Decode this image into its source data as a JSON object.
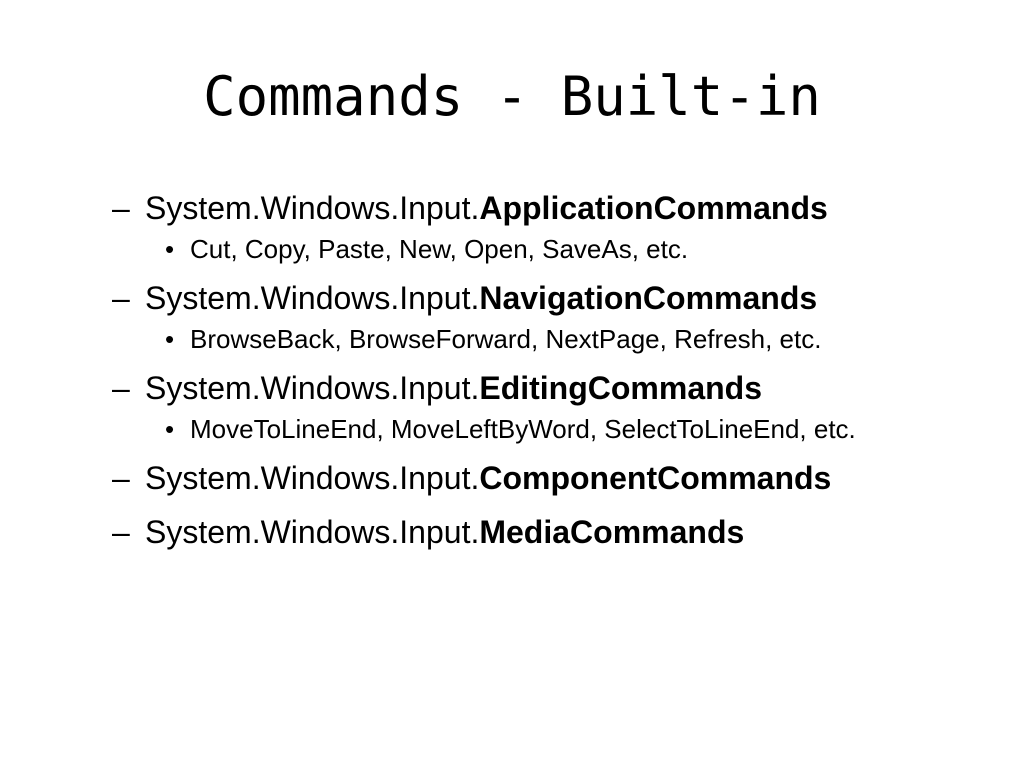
{
  "slide": {
    "title": "Commands - Built-in",
    "items": [
      {
        "prefix": "System.Windows.Input.",
        "name": "ApplicationCommands",
        "subs": [
          "Cut, Copy, Paste, New, Open, SaveAs, etc."
        ]
      },
      {
        "prefix": "System.Windows.Input.",
        "name": "NavigationCommands",
        "subs": [
          "BrowseBack, BrowseForward, NextPage, Refresh, etc."
        ]
      },
      {
        "prefix": "System.Windows.Input.",
        "name": "EditingCommands",
        "subs": [
          "MoveToLineEnd, MoveLeftByWord, SelectToLineEnd, etc."
        ]
      },
      {
        "prefix": "System.Windows.Input.",
        "name": "ComponentCommands",
        "subs": []
      },
      {
        "prefix": "System.Windows.Input.",
        "name": "MediaCommands",
        "subs": []
      }
    ],
    "dash_glyph": "–",
    "bullet_glyph": "•"
  }
}
